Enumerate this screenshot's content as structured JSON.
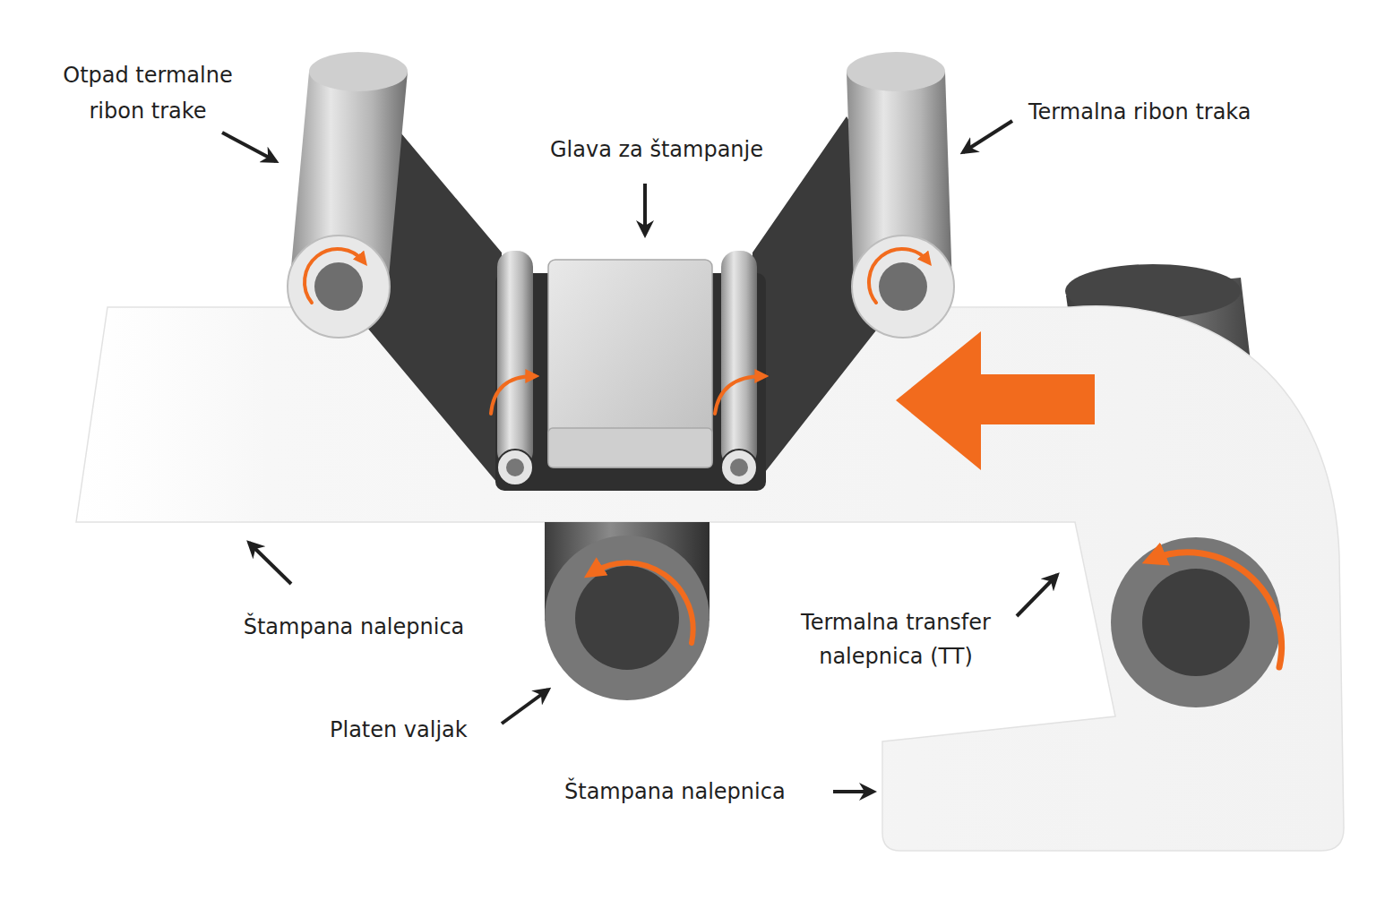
{
  "diagram": {
    "labels": [
      "Otpad termalne ribon trake",
      "Glava za štampanje",
      "Termalna ribon traka",
      "Štampana nalepnica",
      "Termalna transfer nalepnica (TT)",
      "Platen valjak",
      "Štampana nalepnica"
    ]
  }
}
